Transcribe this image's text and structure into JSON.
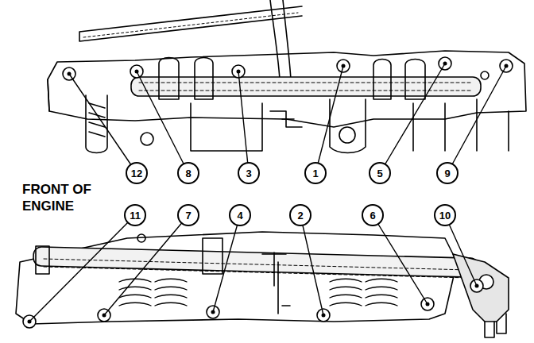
{
  "diagram": {
    "labels": [
      "12",
      "8",
      "3",
      "1",
      "5",
      "9",
      "FRONT OF ENGINE",
      "11",
      "7",
      "4",
      "2",
      "6",
      "10"
    ]
  }
}
